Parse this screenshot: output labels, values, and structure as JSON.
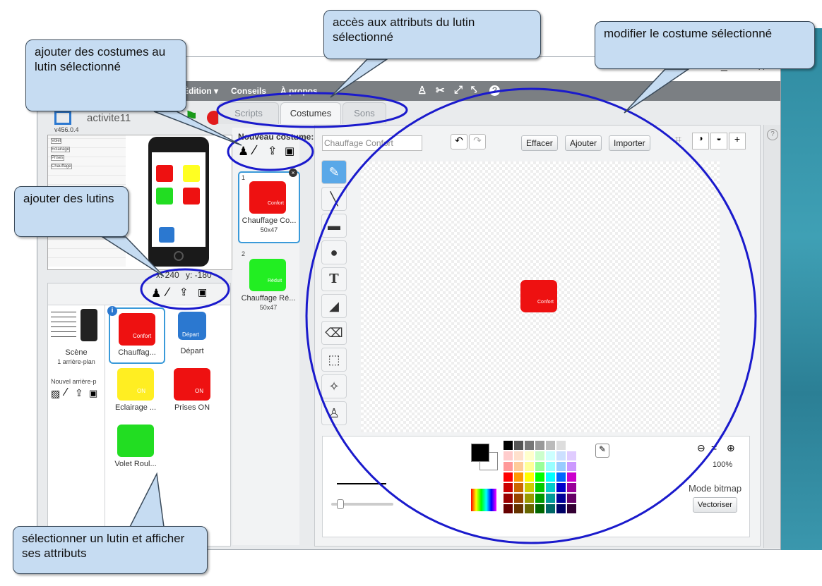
{
  "window": {
    "project_name": "activite11",
    "version": "v456.0.4",
    "titlebar_controls": [
      "_",
      "×"
    ]
  },
  "menu": {
    "edit": "Édition ▾",
    "tips": "Conseils",
    "about": "À propos"
  },
  "tabs": {
    "scripts": "Scripts",
    "costumes": "Costumes",
    "sounds": "Sons"
  },
  "stage": {
    "coords_x_label": "x: 240",
    "coords_y_label": "y: -180",
    "table_labels": [
      "Volet",
      "Eclairage",
      "Prises",
      "Chauffage"
    ]
  },
  "sprites_pane": {
    "scene_label": "Scène",
    "scene_backdrops": "1 arrière-plan",
    "new_backdrop_label": "Nouvel arrière-p",
    "sprites": [
      {
        "label": "Chauffag...",
        "img_text": "Confort",
        "color": "#ee1111"
      },
      {
        "label": "Départ",
        "img_text": "Départ",
        "color": "#2b78d0"
      },
      {
        "label": "Eclairage ...",
        "img_text": "ON",
        "color": "#ffee22"
      },
      {
        "label": "Prises ON",
        "img_text": "ON",
        "color": "#ee1111"
      },
      {
        "label": "Volet Roul...",
        "img_text": "",
        "color": "#22dd22"
      }
    ]
  },
  "costumes": {
    "new_costume_label": "Nouveau costume:",
    "items": [
      {
        "num": "1",
        "name": "Chauffage Co...",
        "size": "50x47",
        "img_text": "Confort",
        "color": "#ee1111"
      },
      {
        "num": "2",
        "name": "Chauffage Ré...",
        "size": "50x47",
        "img_text": "Réduit",
        "color": "#22ee22"
      }
    ]
  },
  "editor": {
    "costume_name_value": "Chauffage Confort",
    "clear_button": "Effacer",
    "add_button": "Ajouter",
    "import_button": "Importer",
    "zoom_level": "100%",
    "mode_label": "Mode bitmap",
    "vectorize_button": "Vectoriser",
    "canvas_sprite_text": "Confort"
  },
  "palette": {
    "rows": [
      [
        "#000000",
        "#555555",
        "#777777",
        "#999999",
        "#bbbbbb",
        "#dddddd",
        "#ffffff"
      ],
      [
        "#ffcccc",
        "#ffe0cc",
        "#ffffcc",
        "#ccffcc",
        "#ccffff",
        "#cce0ff",
        "#e0ccff"
      ],
      [
        "#ff9999",
        "#ffcc99",
        "#ffff99",
        "#99ff99",
        "#99ffff",
        "#99ccff",
        "#cc99ff"
      ],
      [
        "#ff0000",
        "#ff9900",
        "#ffff00",
        "#00ff00",
        "#00ffff",
        "#0066ff",
        "#cc00cc"
      ],
      [
        "#cc0000",
        "#cc6600",
        "#cccc00",
        "#00cc00",
        "#00cccc",
        "#0000cc",
        "#990099"
      ],
      [
        "#990000",
        "#994400",
        "#999900",
        "#009900",
        "#009999",
        "#000099",
        "#660066"
      ],
      [
        "#660000",
        "#663300",
        "#666600",
        "#006600",
        "#006666",
        "#000066",
        "#330033"
      ]
    ]
  },
  "callouts": {
    "attributes": "accès aux attributs du lutin sélectionné",
    "modify_costume": "modifier le costume sélectionné",
    "add_costumes": "ajouter des costumes au lutin sélectionné",
    "add_sprites": "ajouter des lutins",
    "select_sprite": "sélectionner un lutin et afficher ses attributs"
  },
  "colors": {
    "callout_fill": "#c6dcf2",
    "ellipse_stroke": "#1a1acc",
    "menubar": "#7b7f83",
    "selection": "#3a9ad9"
  }
}
